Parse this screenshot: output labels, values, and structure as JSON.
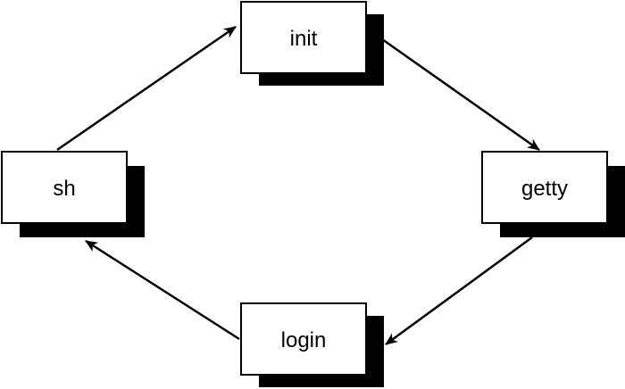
{
  "diagram": {
    "nodes": {
      "init": "init",
      "getty": "getty",
      "login": "login",
      "sh": "sh"
    },
    "edges": [
      {
        "from": "init",
        "to": "getty"
      },
      {
        "from": "getty",
        "to": "login"
      },
      {
        "from": "login",
        "to": "sh"
      },
      {
        "from": "sh",
        "to": "init"
      }
    ]
  },
  "colors": {
    "box_fill": "#ffffff",
    "stroke": "#000000",
    "shadow": "#000000"
  }
}
